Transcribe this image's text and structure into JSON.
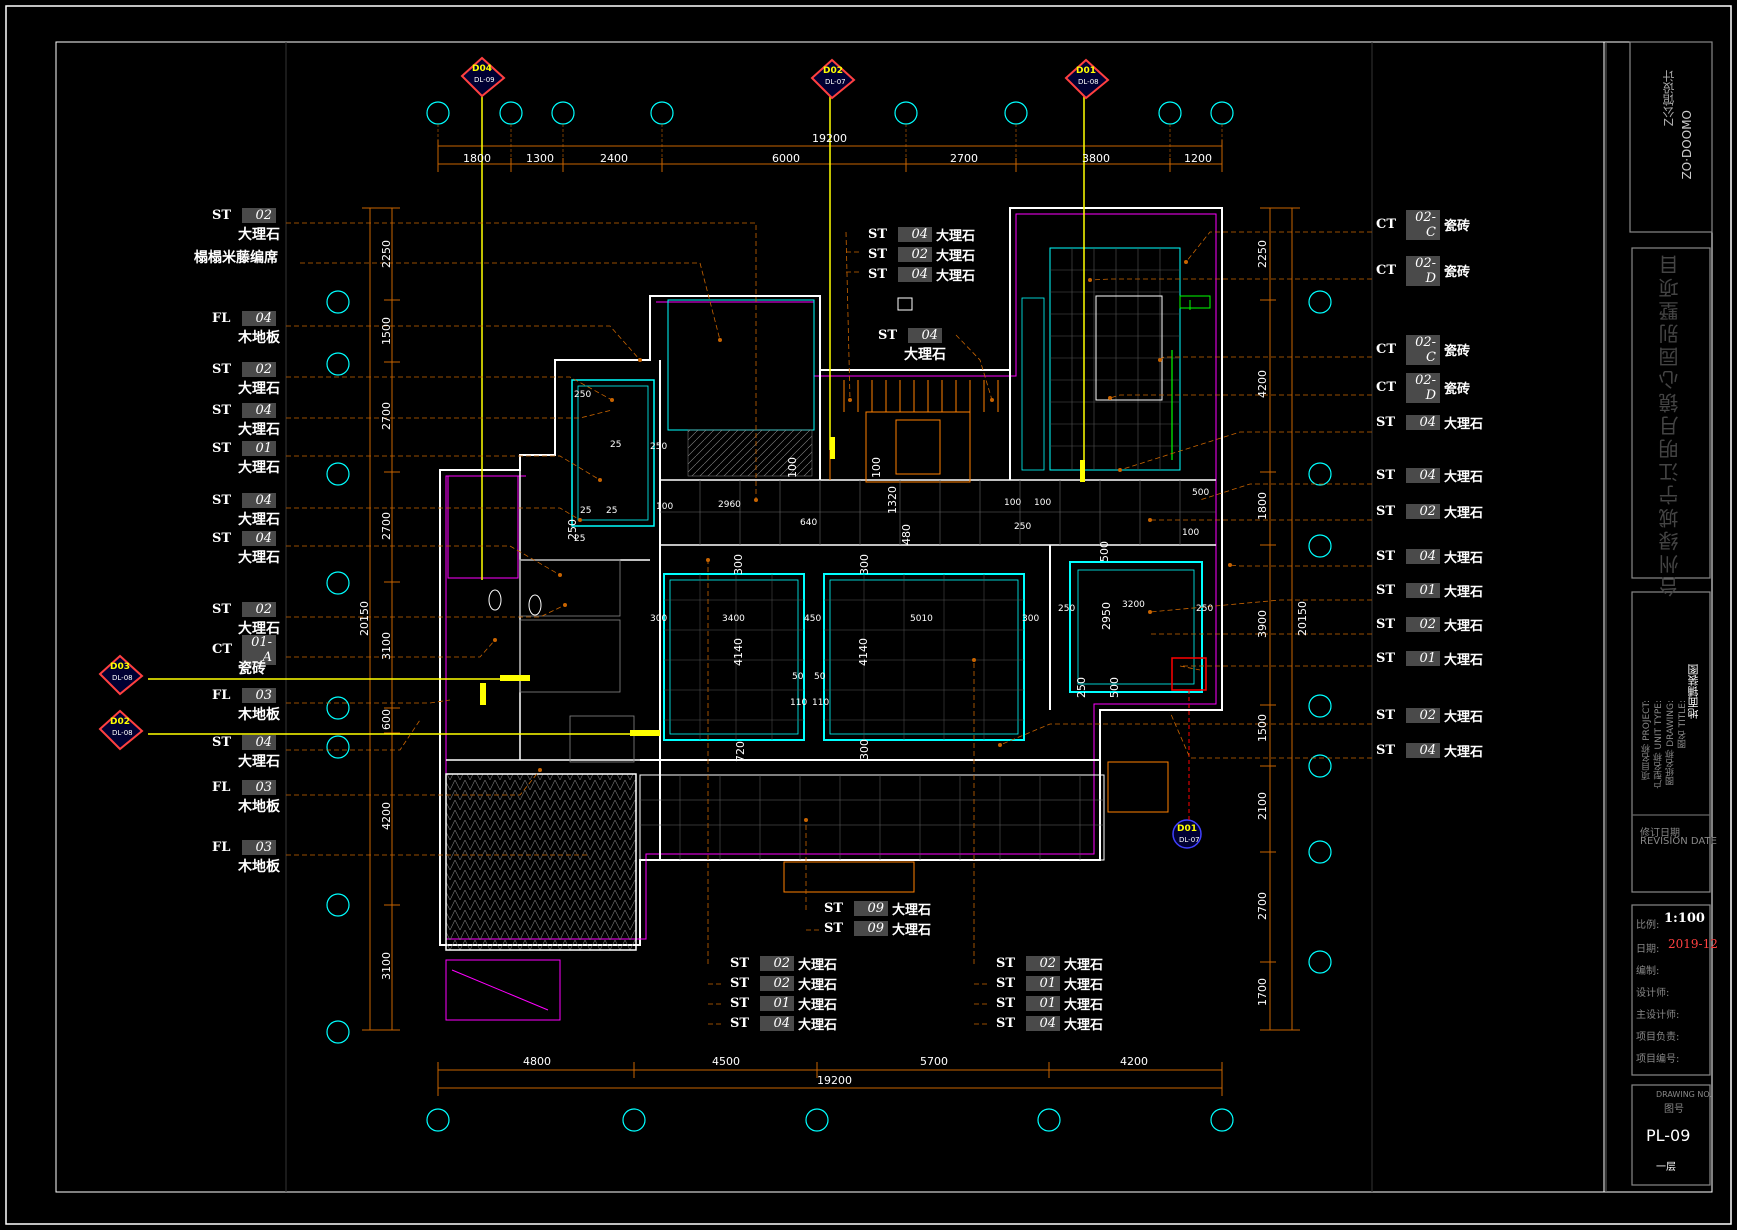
{
  "left_tags": [
    {
      "code": "ST",
      "num": "02",
      "mat": "大理石"
    },
    {
      "code": "",
      "num": "",
      "mat": "榻榻米藤编席"
    },
    {
      "code": "FL",
      "num": "04",
      "mat": "木地板"
    },
    {
      "code": "ST",
      "num": "02",
      "mat": "大理石"
    },
    {
      "code": "ST",
      "num": "04",
      "mat": "大理石"
    },
    {
      "code": "ST",
      "num": "01",
      "mat": "大理石"
    },
    {
      "code": "ST",
      "num": "04",
      "mat": "大理石"
    },
    {
      "code": "ST",
      "num": "04",
      "mat": "大理石"
    },
    {
      "code": "ST",
      "num": "02",
      "mat": "大理石"
    },
    {
      "code": "CT",
      "num": "01-A",
      "mat": "瓷砖"
    },
    {
      "code": "FL",
      "num": "03",
      "mat": "木地板"
    },
    {
      "code": "ST",
      "num": "04",
      "mat": "大理石"
    },
    {
      "code": "FL",
      "num": "03",
      "mat": "木地板"
    },
    {
      "code": "FL",
      "num": "03",
      "mat": "木地板"
    }
  ],
  "right_tags": [
    {
      "code": "CT",
      "num": "02-C",
      "mat": "瓷砖"
    },
    {
      "code": "CT",
      "num": "02-D",
      "mat": "瓷砖"
    },
    {
      "code": "CT",
      "num": "02-C",
      "mat": "瓷砖"
    },
    {
      "code": "CT",
      "num": "02-D",
      "mat": "瓷砖"
    },
    {
      "code": "ST",
      "num": "04",
      "mat": "大理石"
    },
    {
      "code": "ST",
      "num": "04",
      "mat": "大理石"
    },
    {
      "code": "ST",
      "num": "02",
      "mat": "大理石"
    },
    {
      "code": "ST",
      "num": "04",
      "mat": "大理石"
    },
    {
      "code": "ST",
      "num": "01",
      "mat": "大理石"
    },
    {
      "code": "ST",
      "num": "02",
      "mat": "大理石"
    },
    {
      "code": "ST",
      "num": "01",
      "mat": "大理石"
    },
    {
      "code": "ST",
      "num": "02",
      "mat": "大理石"
    },
    {
      "code": "ST",
      "num": "04",
      "mat": "大理石"
    }
  ],
  "top_center_tags": [
    {
      "code": "ST",
      "num": "04",
      "mat": "大理石"
    },
    {
      "code": "ST",
      "num": "02",
      "mat": "大理石"
    },
    {
      "code": "ST",
      "num": "04",
      "mat": "大理石"
    }
  ],
  "stair_tag": {
    "code": "ST",
    "num": "04",
    "mat": "大理石"
  },
  "bottom_mid_tags": [
    {
      "code": "ST",
      "num": "09",
      "mat": "大理石"
    },
    {
      "code": "ST",
      "num": "09",
      "mat": "大理石"
    }
  ],
  "bottom_left_tags": [
    {
      "code": "ST",
      "num": "02",
      "mat": "大理石"
    },
    {
      "code": "ST",
      "num": "02",
      "mat": "大理石"
    },
    {
      "code": "ST",
      "num": "01",
      "mat": "大理石"
    },
    {
      "code": "ST",
      "num": "04",
      "mat": "大理石"
    }
  ],
  "bottom_right_tags": [
    {
      "code": "ST",
      "num": "02",
      "mat": "大理石"
    },
    {
      "code": "ST",
      "num": "01",
      "mat": "大理石"
    },
    {
      "code": "ST",
      "num": "01",
      "mat": "大理石"
    },
    {
      "code": "ST",
      "num": "04",
      "mat": "大理石"
    }
  ],
  "top_dims": {
    "total": "19200",
    "segments": [
      "1800",
      "1300",
      "2400",
      "6000",
      "2700",
      "3800",
      "1200"
    ]
  },
  "bottom_dims": {
    "total": "19200",
    "segments": [
      "4800",
      "4500",
      "5700",
      "4200"
    ]
  },
  "left_dims": {
    "total": "20150",
    "segments": [
      "2250",
      "1500",
      "2700",
      "2700",
      "3100",
      "600",
      "4200",
      "3100"
    ]
  },
  "right_dims": {
    "total": "20150",
    "segments": [
      "2250",
      "4200",
      "1800",
      "3900",
      "1500",
      "2100",
      "2700",
      "1700"
    ]
  },
  "room_dims": [
    "2960",
    "3400",
    "450",
    "5010",
    "300",
    "300",
    "4140",
    "4140",
    "50",
    "50",
    "110",
    "110",
    "720",
    "300",
    "100",
    "100",
    "640",
    "1320",
    "100",
    "480",
    "300",
    "300",
    "3200",
    "2950",
    "250",
    "250",
    "500",
    "250",
    "500",
    "100",
    "100",
    "100",
    "500",
    "250",
    "250",
    "25",
    "25",
    "25",
    "25",
    "250",
    "250"
  ],
  "callouts": [
    {
      "top": "D04",
      "bottom": "DL-09"
    },
    {
      "top": "D02",
      "bottom": "DL-07"
    },
    {
      "top": "D01",
      "bottom": "DL-08"
    },
    {
      "top": "D03",
      "bottom": "DL-08"
    },
    {
      "top": "D02",
      "bottom": "DL-08"
    },
    {
      "top": "D01",
      "bottom": "DL-07"
    }
  ],
  "title_block": {
    "logo_text": "ZO·DOOMO",
    "company": "Z公馆设计",
    "project": "台州绿城宁江明月镜心园别墅项目",
    "drawing_name": "地面铺装图",
    "labels": [
      "项目名称 PROJECT:",
      "户型名称 UNIT TYPE:",
      "图纸名称 DRAWING:",
      "图名 TITLE:"
    ],
    "revision_label": "修订日期",
    "revision_en": "REVISION DATE",
    "scale_label": "比例:",
    "scale": "1:100",
    "date_label": "日期:",
    "date": "2019-12",
    "sheet_label": "图号",
    "sheet_label_en": "DRAWING NO.",
    "sheet_no": "PL-09",
    "floor": "一层",
    "staff_labels": [
      "编制:",
      "设计师:",
      "主设计师:",
      "项目负责:",
      "项目编号:"
    ]
  },
  "colors": {
    "wall": "#ffffff",
    "cyan": "#00ffff",
    "magenta": "#ff00ff",
    "orange": "#ff8000",
    "yellow": "#ffff00",
    "grid": "#a0a0a0",
    "leader": "#c86400"
  }
}
